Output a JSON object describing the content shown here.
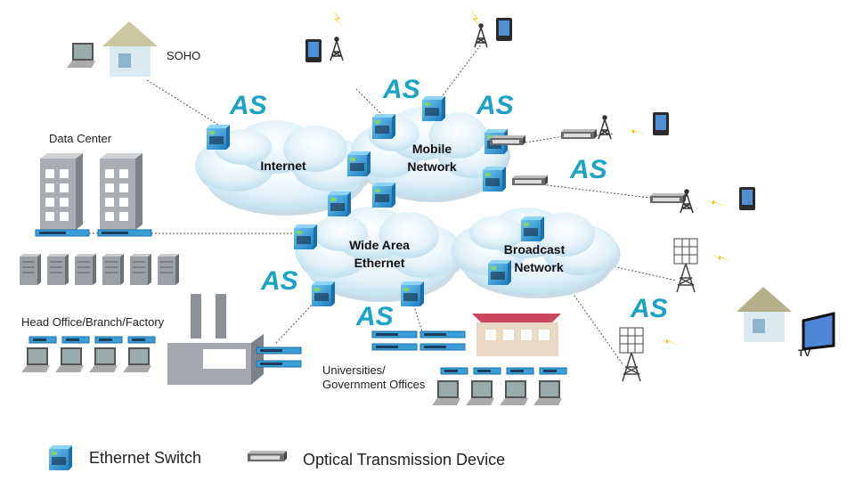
{
  "clouds": {
    "internet": "Internet",
    "mobile_1": "Mobile",
    "mobile_2": "Network",
    "wan_1": "Wide Area",
    "wan_2": "Ethernet",
    "broadcast_1": "Broadcast",
    "broadcast_2": "Network"
  },
  "sites": {
    "soho": "SOHO",
    "data_center": "Data Center",
    "head_office": "Head Office/Branch/Factory",
    "universities_1": "Universities/",
    "universities_2": "Government Offices",
    "tv": "TV"
  },
  "logo_text": "AS",
  "legend": {
    "ethernet_switch": "Ethernet Switch",
    "optical_device": "Optical Transmission Device"
  },
  "colors": {
    "logo": "#1aa3c4",
    "switch": "#3a9fd8",
    "cloud": "#d6ecf7",
    "lightning": "#f5c400",
    "optical": "#6a6a6a"
  }
}
